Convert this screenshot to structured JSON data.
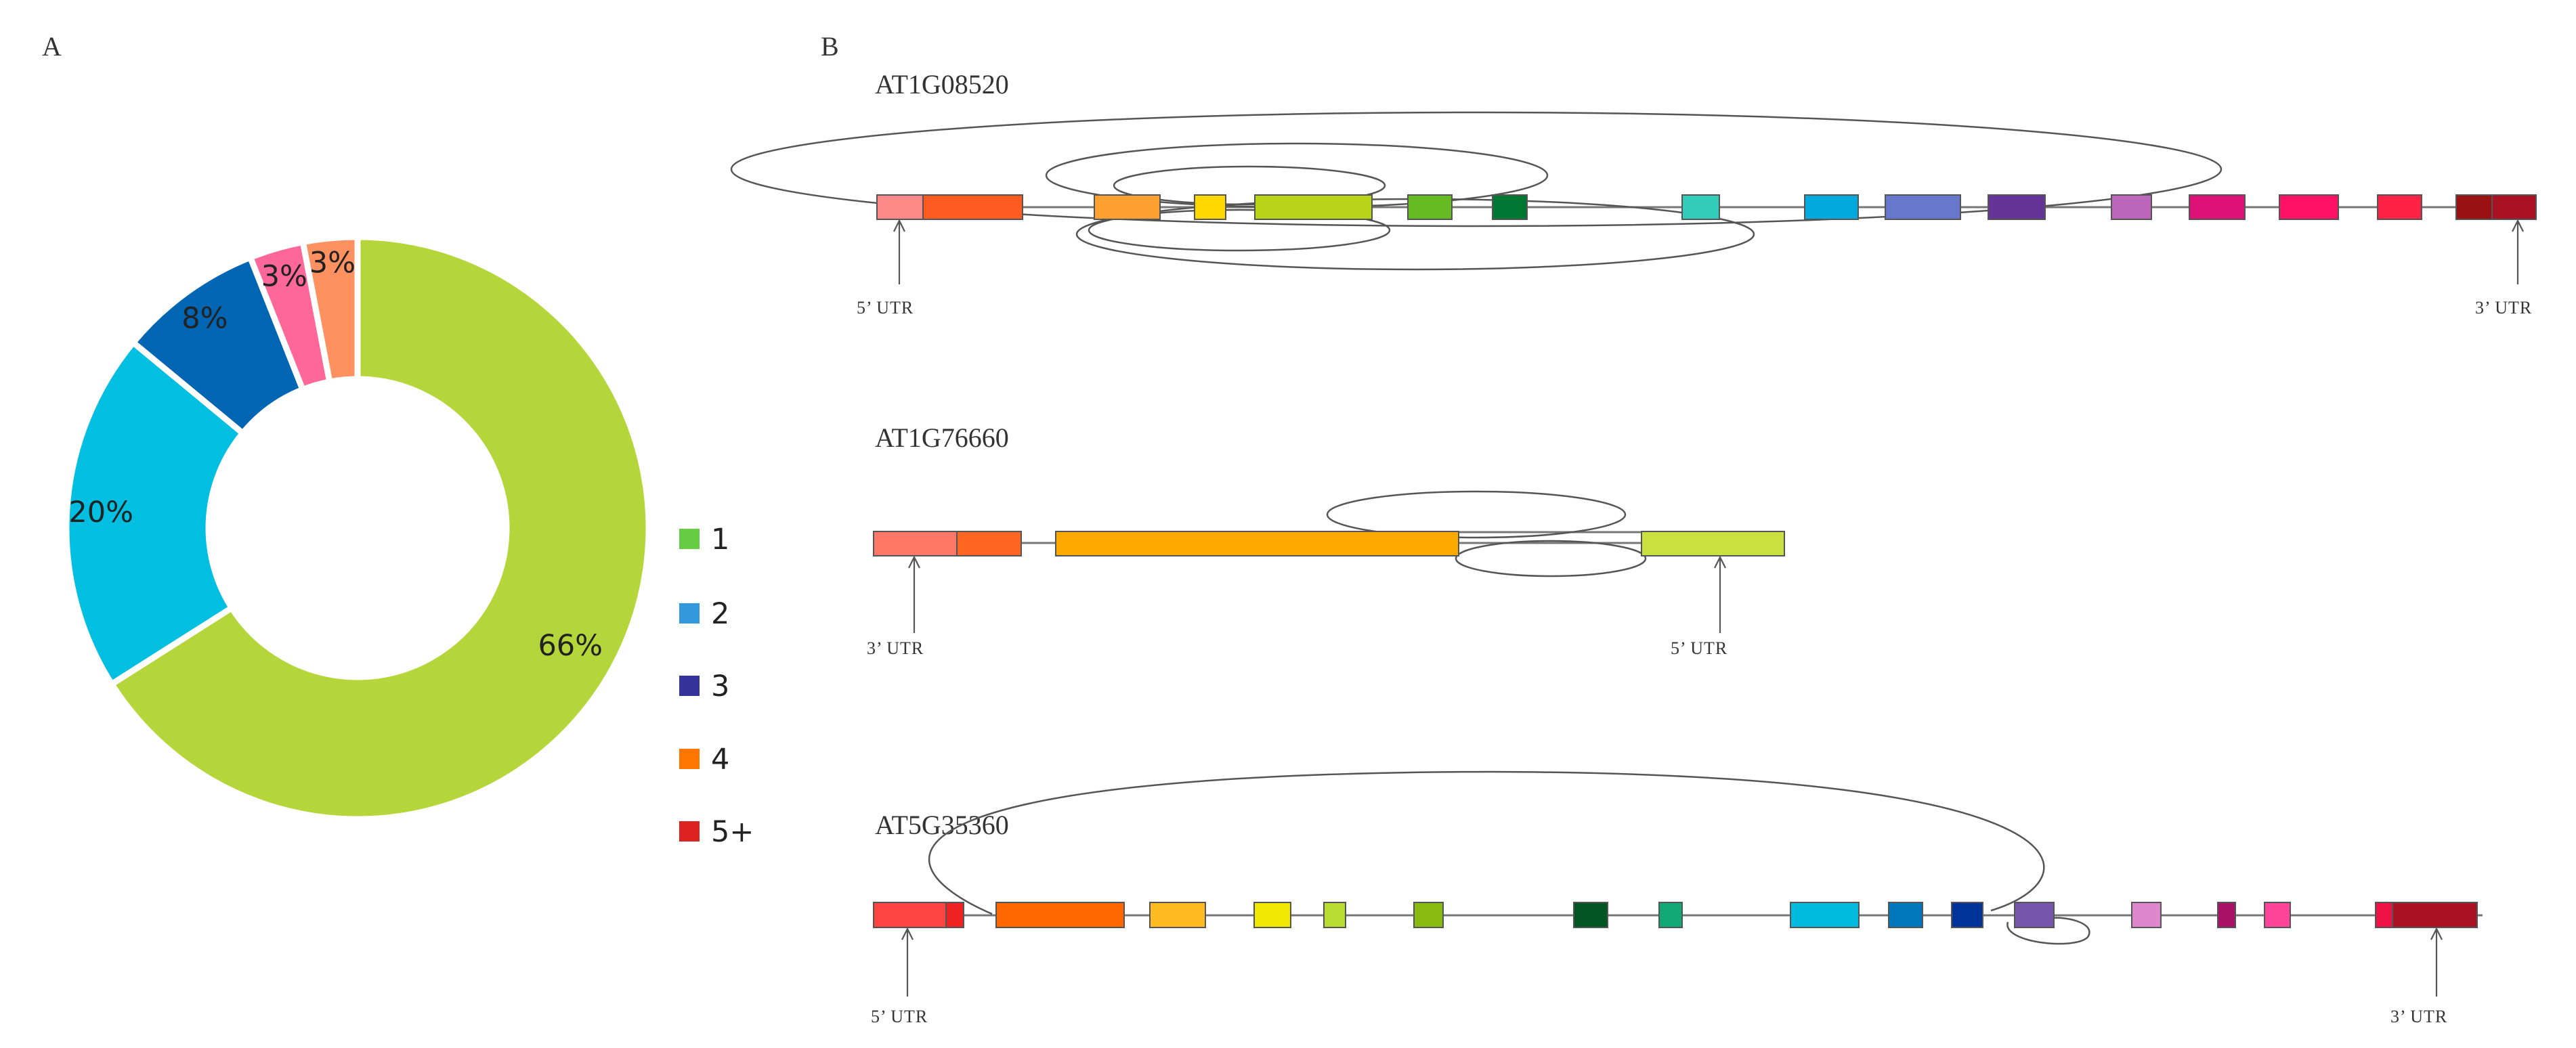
{
  "panels": {
    "a": "A",
    "b": "B"
  },
  "donut": {
    "slices": [
      {
        "label": "66%",
        "value": 66,
        "color": "#b5d63a"
      },
      {
        "label": "20%",
        "value": 20,
        "color": "#00bfe0"
      },
      {
        "label": "8%",
        "value": 8,
        "color": "#0065b3"
      },
      {
        "label": "3%",
        "value": 3,
        "color": "#ff6699"
      },
      {
        "label": "3%",
        "value": 3,
        "color": "#ff9060"
      }
    ],
    "legend": [
      {
        "label": "1",
        "color": "#66cc44"
      },
      {
        "label": "2",
        "color": "#3399dd"
      },
      {
        "label": "3",
        "color": "#333399"
      },
      {
        "label": "4",
        "color": "#ff7700"
      },
      {
        "label": "5+",
        "color": "#dd2222"
      }
    ]
  },
  "chart_data": {
    "type": "pie",
    "categories": [
      "1",
      "2",
      "3",
      "4",
      "5+"
    ],
    "values": [
      66,
      20,
      8,
      3,
      3
    ],
    "labels": [
      "66%",
      "20%",
      "8%",
      "3%",
      "3%"
    ],
    "legend_position": "right"
  },
  "genes": [
    {
      "name": "AT1G08520",
      "utr_left": "5’ UTR",
      "utr_right": "3’ UTR",
      "exon_colors": [
        "#fc8888",
        "#ff5a1f",
        "#ffa030",
        "#ffd800",
        "#b8d418",
        "#66bb22",
        "#007733",
        "#33ccbb",
        "#00aadd",
        "#6677cc",
        "#663399",
        "#bb66bb",
        "#dd1177",
        "#ff1166",
        "#ff2244",
        "#991111",
        "#aa1122"
      ]
    },
    {
      "name": "AT1G76660",
      "utr_left": "3’ UTR",
      "utr_right": "5’ UTR",
      "exon_colors": [
        "#ff7766",
        "#ff6622",
        "#ffaa00",
        "#c8e040"
      ]
    },
    {
      "name": "AT5G35360",
      "utr_left": "5’ UTR",
      "utr_right": "3’ UTR",
      "exon_colors": [
        "#ff4444",
        "#ee2222",
        "#ff6600",
        "#ffbb22",
        "#f0e800",
        "#bbdd33",
        "#88bb11",
        "#005522",
        "#11aa77",
        "#00bbdd",
        "#0077bb",
        "#003399",
        "#7755aa",
        "#dd88cc",
        "#aa1166",
        "#ff4499",
        "#ee1144",
        "#aa1122"
      ]
    }
  ]
}
